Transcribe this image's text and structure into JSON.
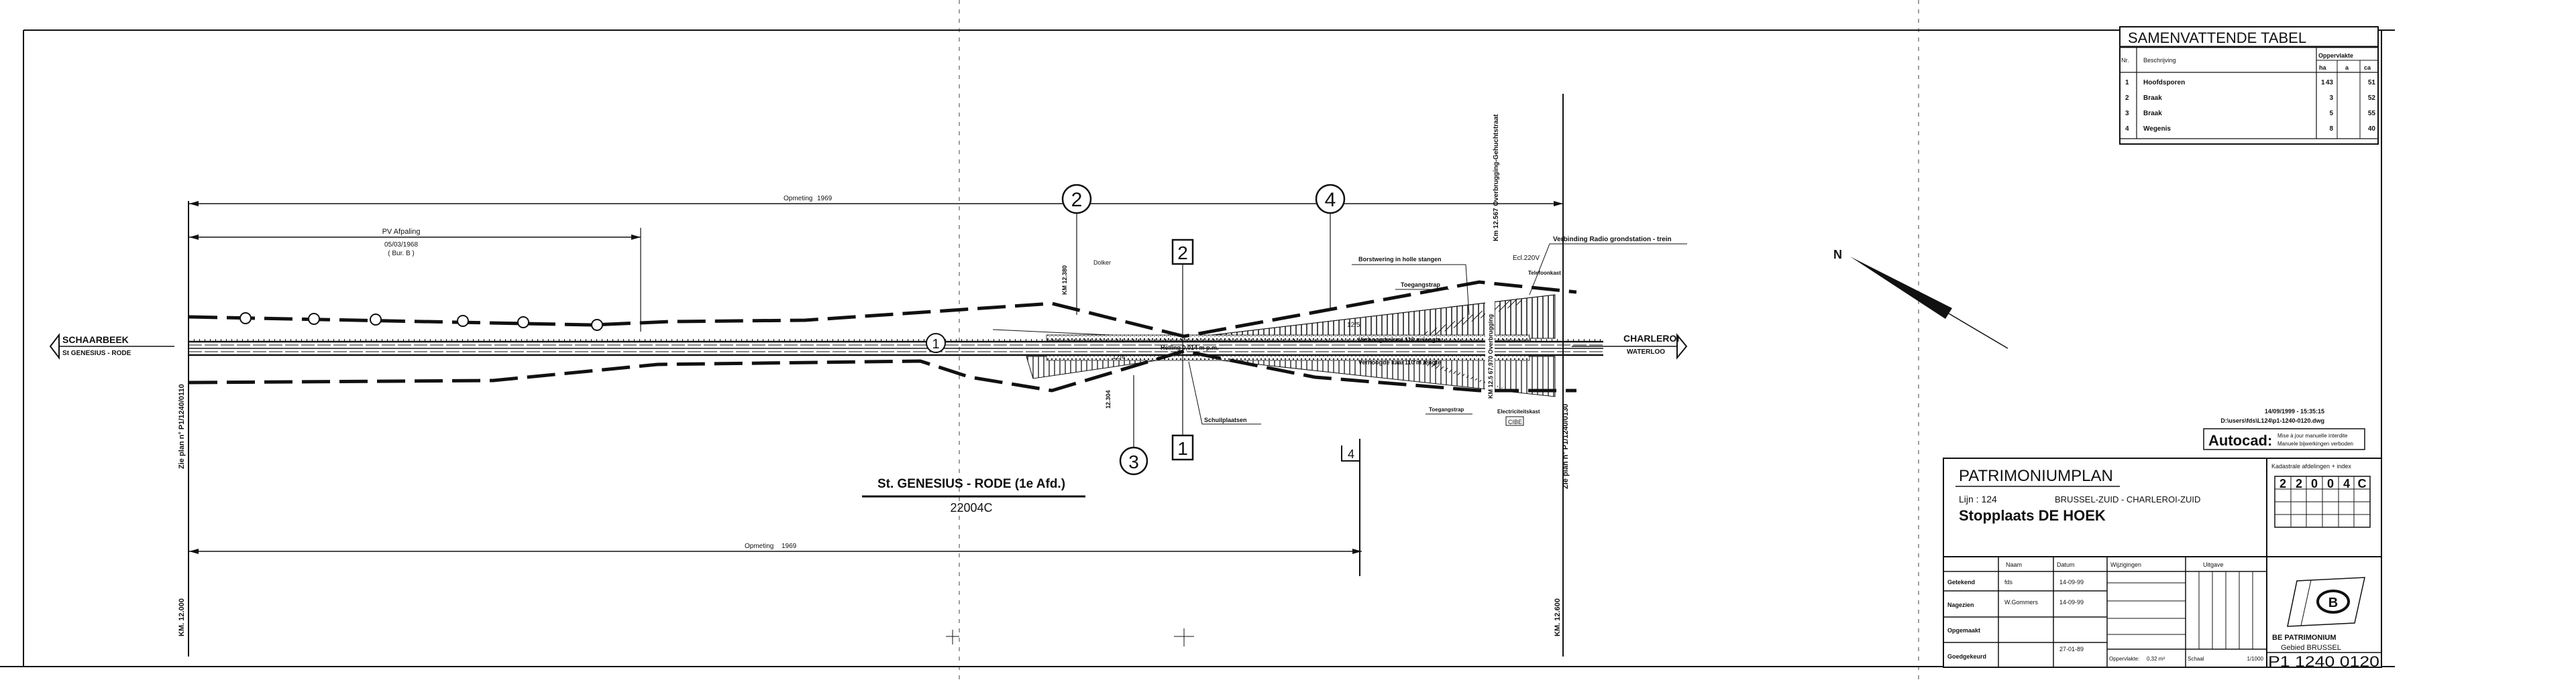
{
  "summary_table": {
    "title": "SAMENVATTENDE TABEL",
    "headers": {
      "nr": "Nr.",
      "description": "Beschrijving",
      "area": "Oppervlakte",
      "ha": "ha",
      "a": "a",
      "ca": "ca"
    },
    "rows": [
      {
        "nr": "1",
        "description": "Hoofdsporen",
        "ha": "1",
        "a": "43",
        "ca": "51"
      },
      {
        "nr": "2",
        "description": "Braak",
        "ha": "",
        "a": "3",
        "ca": "52"
      },
      {
        "nr": "3",
        "description": "Braak",
        "ha": "",
        "a": "5",
        "ca": "55"
      },
      {
        "nr": "4",
        "description": "Wegenis",
        "ha": "",
        "a": "8",
        "ca": "40"
      }
    ]
  },
  "drawing": {
    "survey_top": {
      "label": "Opmeting",
      "year": "1969"
    },
    "survey_bottom": {
      "label": "Opmeting",
      "year": "1969"
    },
    "pv": {
      "label": "PV Afpaling",
      "date": "05/03/1968",
      "office": "( Bur. B )"
    },
    "west": {
      "to": "SCHAARBEEK",
      "via": "St GENESIUS - RODE"
    },
    "east": {
      "to": "CHARLEROI",
      "via": "WATERLOO"
    },
    "markers": {
      "c1": "1",
      "c2": "2",
      "c3": "3",
      "c4": "4",
      "b1": "1",
      "b2": "2",
      "b4": "4"
    },
    "labels": {
      "dolker": "Dolker",
      "km_12_380": "KM 12.380",
      "km_12_304": "12.304",
      "borstwering": "Borstwering in holle stangen",
      "toegangstrap_top": "Toegangstrap",
      "toegangstrap_bottom": "Toegangstrap",
      "verbinding": "Verbinding Radio grondstation - trein",
      "ecl": "Ecl.220V",
      "telefoonkast": "Telefoonkast",
      "electriciteitskast": "Electriciteitskast",
      "cibe": "CIBE",
      "schuilplaatsen": "Schuilplaatsen",
      "overbrugging": "Km 12.567 Overbrugging-Gehuchtstraat",
      "km_12_570": "KM 12.5 67,970 Overbrugging",
      "slope_top": "12/5",
      "slope_bottom": "12/4",
      "helling": "Helling 0,014 m p.m.",
      "platform_top": "Verhoogde kaai 110 m lengte",
      "platform_bottom": "Verhoogde kaai 110 m lengte"
    },
    "see_plan_left": "Zie plan n° P1/1240/0110",
    "see_plan_right": "Zie plan n° P1/1240/0130",
    "km_left": "KM. 12.000",
    "km_right": "KM. 12.600",
    "parcel_name": "St. GENESIUS - RODE (1e Afd.)",
    "parcel_code": "22004C",
    "north": "N"
  },
  "cad_stamp": {
    "datetime": "14/09/1999  -  15:35:15",
    "path": "D:\\users\\fds\\L124\\p1-1240-0120.dwg",
    "brand": "Autocad:",
    "notice_fr": "Mise à jour manuelle interdite",
    "notice_nl": "Manuele bijwerkingen verboden"
  },
  "title_block": {
    "title": "PATRIMONIUMPLAN",
    "line_label": "Lijn  :  124",
    "line_route": "BRUSSEL-ZUID  -  CHARLEROI-ZUID",
    "subject": "Stopplaats DE HOEK",
    "cadastral_header": "Kadastrale afdelingen + index",
    "cadastral_code": [
      "2",
      "2",
      "0",
      "0",
      "4",
      "C"
    ],
    "columns": {
      "name": "Naam",
      "date": "Datum",
      "changes": "Wijzigingen",
      "edition": "Uitgave"
    },
    "rows": [
      {
        "role": "Getekend",
        "name": "fds",
        "date": "14-09-99"
      },
      {
        "role": "Nagezien",
        "name": "W.Gommers",
        "date": "14-09-99"
      },
      {
        "role": "Opgemaakt",
        "name": "",
        "date": ""
      },
      {
        "role": "Goedgekeurd",
        "name": "",
        "date": "27-01-89"
      }
    ],
    "area_label": "Oppervlakte:",
    "area_value": "0,32 m²",
    "scale_label": "Schaal",
    "scale_value": "1/1000",
    "org": "BE  PATRIMONIUM",
    "region": "Gebied  BRUSSEL",
    "plan_number": "P1 1240 0120"
  }
}
